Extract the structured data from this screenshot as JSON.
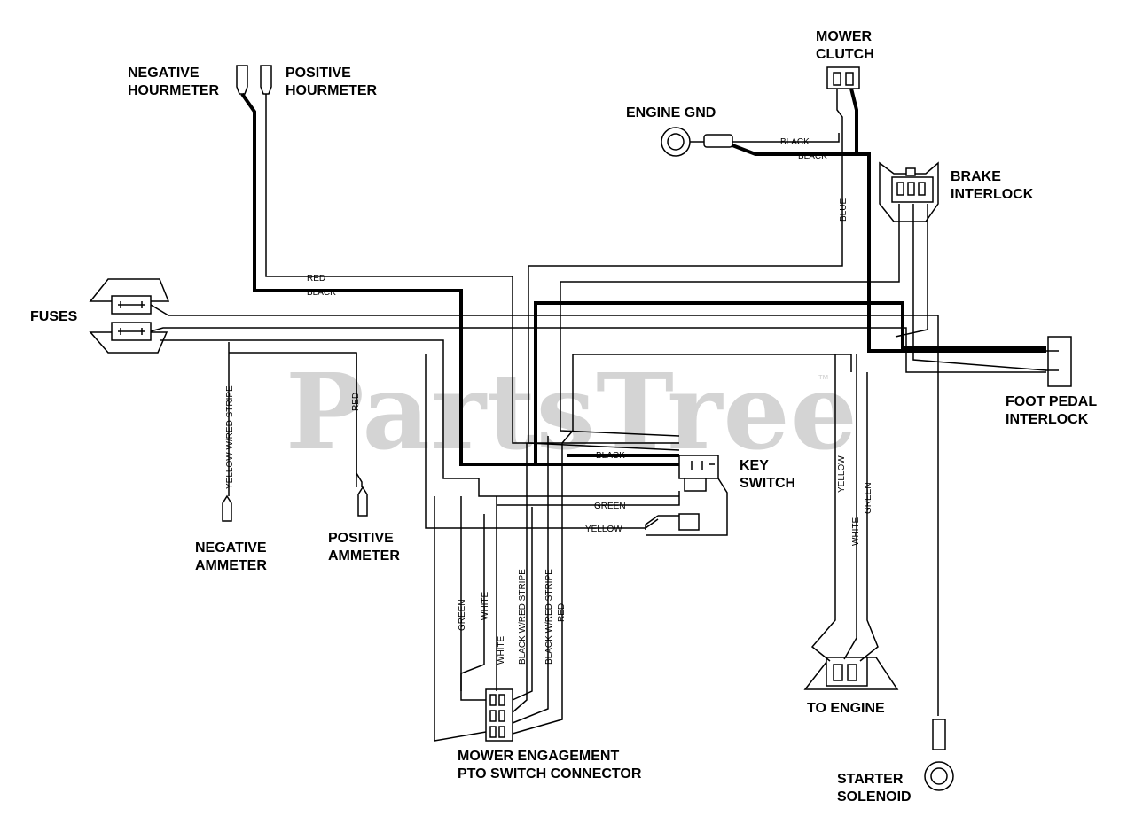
{
  "watermark": "PartsTree",
  "labels": {
    "negative_hourmeter": [
      "NEGATIVE",
      "HOURMETER"
    ],
    "positive_hourmeter": [
      "POSITIVE",
      "HOURMETER"
    ],
    "mower_clutch": [
      "MOWER",
      "CLUTCH"
    ],
    "engine_gnd": "ENGINE GND",
    "brake_interlock": [
      "BRAKE",
      "INTERLOCK"
    ],
    "fuses": "FUSES",
    "foot_pedal_interlock": [
      "FOOT PEDAL",
      "INTERLOCK"
    ],
    "key_switch": [
      "KEY",
      "SWITCH"
    ],
    "negative_ammeter": [
      "NEGATIVE",
      "AMMETER"
    ],
    "positive_ammeter": [
      "POSITIVE",
      "AMMETER"
    ],
    "pto_connector": [
      "MOWER ENGAGEMENT",
      "PTO SWITCH CONNECTOR"
    ],
    "to_engine": "TO ENGINE",
    "starter_solenoid": [
      "STARTER",
      "SOLENOID"
    ]
  },
  "wire_labels": {
    "red_top": "RED",
    "black_top": "BLACK",
    "black_gnd_1": "BLACK",
    "black_gnd_2": "BLACK",
    "blue": "BLUE",
    "yellow_red_stripe": "YELLOW W/RED STRIPE",
    "red_ammeter": "RED",
    "black_key": "BLACK",
    "green_key": "GREEN",
    "yellow_key": "YELLOW",
    "yellow_right": "YELLOW",
    "white_right": "WHITE",
    "green_right": "GREEN",
    "green_pto": "GREEN",
    "white_pto_1": "WHITE",
    "white_pto_2": "WHITE",
    "black_red_stripe_1": "BLACK W/RED STRIPE",
    "black_red_stripe_2": "BLACK W/RED STRIPE",
    "red_pto": "RED"
  }
}
